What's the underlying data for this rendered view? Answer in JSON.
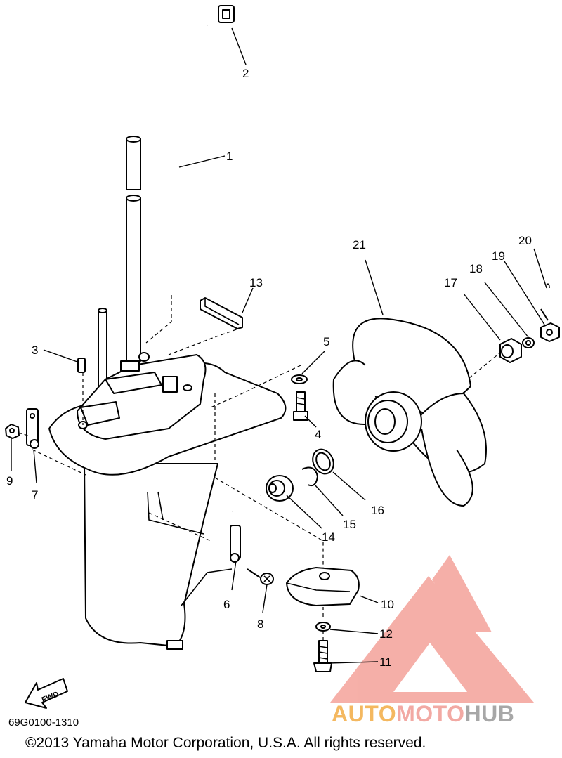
{
  "diagram": {
    "callouts": [
      "1",
      "2",
      "3",
      "4",
      "5",
      "6",
      "7",
      "8",
      "9",
      "10",
      "11",
      "12",
      "13",
      "14",
      "15",
      "16",
      "17",
      "18",
      "19",
      "20",
      "21"
    ],
    "fwd_label": "FWD"
  },
  "footer": {
    "drawing_code": "69G0100-1310",
    "copyright": "©2013 Yamaha Motor Corporation, U.S.A. All rights reserved."
  },
  "watermark": {
    "part1": "AUTO",
    "part2": "MOTO",
    "part3": "HUB",
    "colors": {
      "auto": "#f4b860",
      "moto": "#f2a9a3",
      "hub": "#a7a7a7",
      "logo": "#f4a29a"
    }
  }
}
